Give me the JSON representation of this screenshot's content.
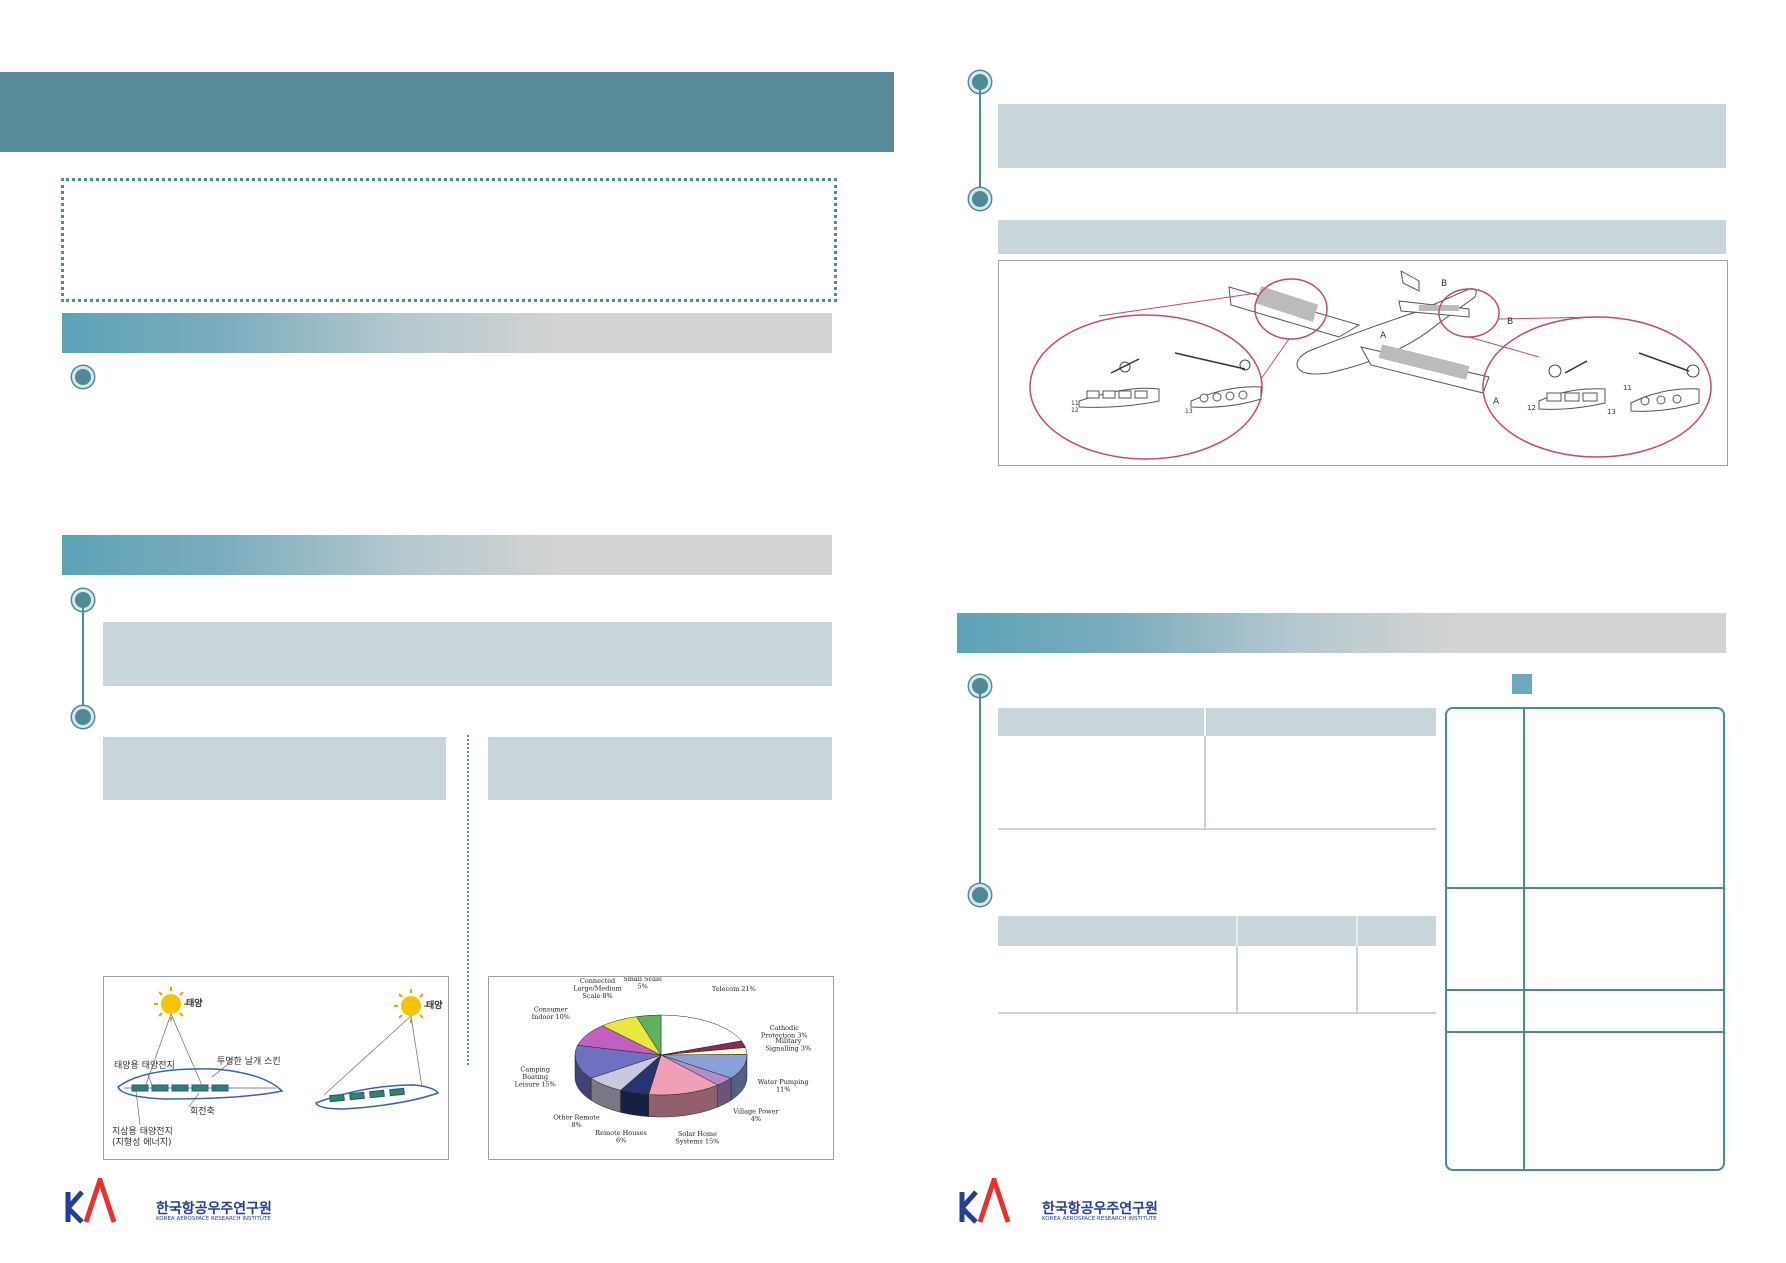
{
  "logo": {
    "mark": "KARI",
    "korean_name": "한국항공우주연구원",
    "english_name": "KOREA AEROSPACE RESEARCH INSTITUTE"
  },
  "figures": {
    "airfoil": {
      "sun_label_left": "태양",
      "sun_label_right": "태양",
      "transparent_skin": "투명한 날개 스킨",
      "solar_cell_for_flight": "태양용 태양전지",
      "solar_cell_ground": "지상용 태양전지",
      "ground_energy": "(지형성 에너지)",
      "main_spar": "회전축"
    },
    "aircraft_patent": {
      "section_a": "A",
      "section_b": "B",
      "left_inset_labels": [
        "11",
        "12",
        "13"
      ],
      "right_inset_labels": [
        "11",
        "12",
        "13"
      ]
    }
  },
  "chart_data": {
    "type": "pie",
    "slices": [
      {
        "label": "Telecom",
        "value": 21
      },
      {
        "label": "Cathodic Protection",
        "value": 3
      },
      {
        "label": "Military Signalling",
        "value": 3
      },
      {
        "label": "Water Pumping",
        "value": 11
      },
      {
        "label": "Village Power",
        "value": 4
      },
      {
        "label": "Solar Home Systems",
        "value": 15
      },
      {
        "label": "Remote Houses",
        "value": 6
      },
      {
        "label": "Other Remote",
        "value": 8
      },
      {
        "label": "Camping Boating Leisure",
        "value": 15
      },
      {
        "label": "Consumer Indoor",
        "value": 10
      },
      {
        "label": "Grid Connected Large/Medium Scale",
        "value": 8
      },
      {
        "label": "Grid Connected Small Scale",
        "value": 5
      }
    ],
    "colors": [
      "#ffffff",
      "#8a2a5a",
      "#ffffcc",
      "#8aa0d8",
      "#b48cc8",
      "#f0a0b4",
      "#27346e",
      "#c8c8e0",
      "#3c5cb8",
      "#7070c0",
      "#c060c0",
      "#e8e840",
      "#60b060"
    ]
  }
}
